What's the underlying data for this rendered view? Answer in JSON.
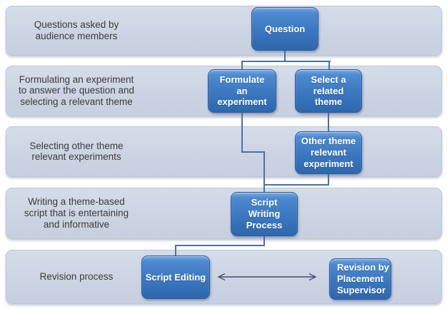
{
  "colors": {
    "band_fill": "#ccd4e3",
    "band_border": "#bfc8da",
    "connector": "#4a72a2",
    "arrow": "#44506b",
    "label_text": "#3b3b3b",
    "node_text": "#ffffff",
    "node_fill": "#3b77c0",
    "node_fill_light": "#79aae2",
    "node_fill_dark": "#2e67ad",
    "node_border": "#2a5d9f"
  },
  "rows": [
    {
      "label": "Questions asked by\naudience members"
    },
    {
      "label": "Formulating an experiment\nto answer the question and\nselecting a relevant theme"
    },
    {
      "label": "Selecting other theme\nrelevant experiments"
    },
    {
      "label": "Writing a theme-based\nscript that is  entertaining\nand informative"
    },
    {
      "label": "Revision process"
    }
  ],
  "nodes": {
    "question": {
      "label": "Question"
    },
    "formulate": {
      "label": "Formulate\nan\nexperiment"
    },
    "select_theme": {
      "label": "Select a\nrelated\ntheme"
    },
    "other_experiment": {
      "label": "Other theme\nrelevant\nexperiment"
    },
    "script_writing": {
      "label": "Script\nWriting\nProcess"
    },
    "script_editing": {
      "label": "Script Editing"
    },
    "revision_supervisor": {
      "label": "Revision by\nPlacement\nSupervisor"
    }
  }
}
